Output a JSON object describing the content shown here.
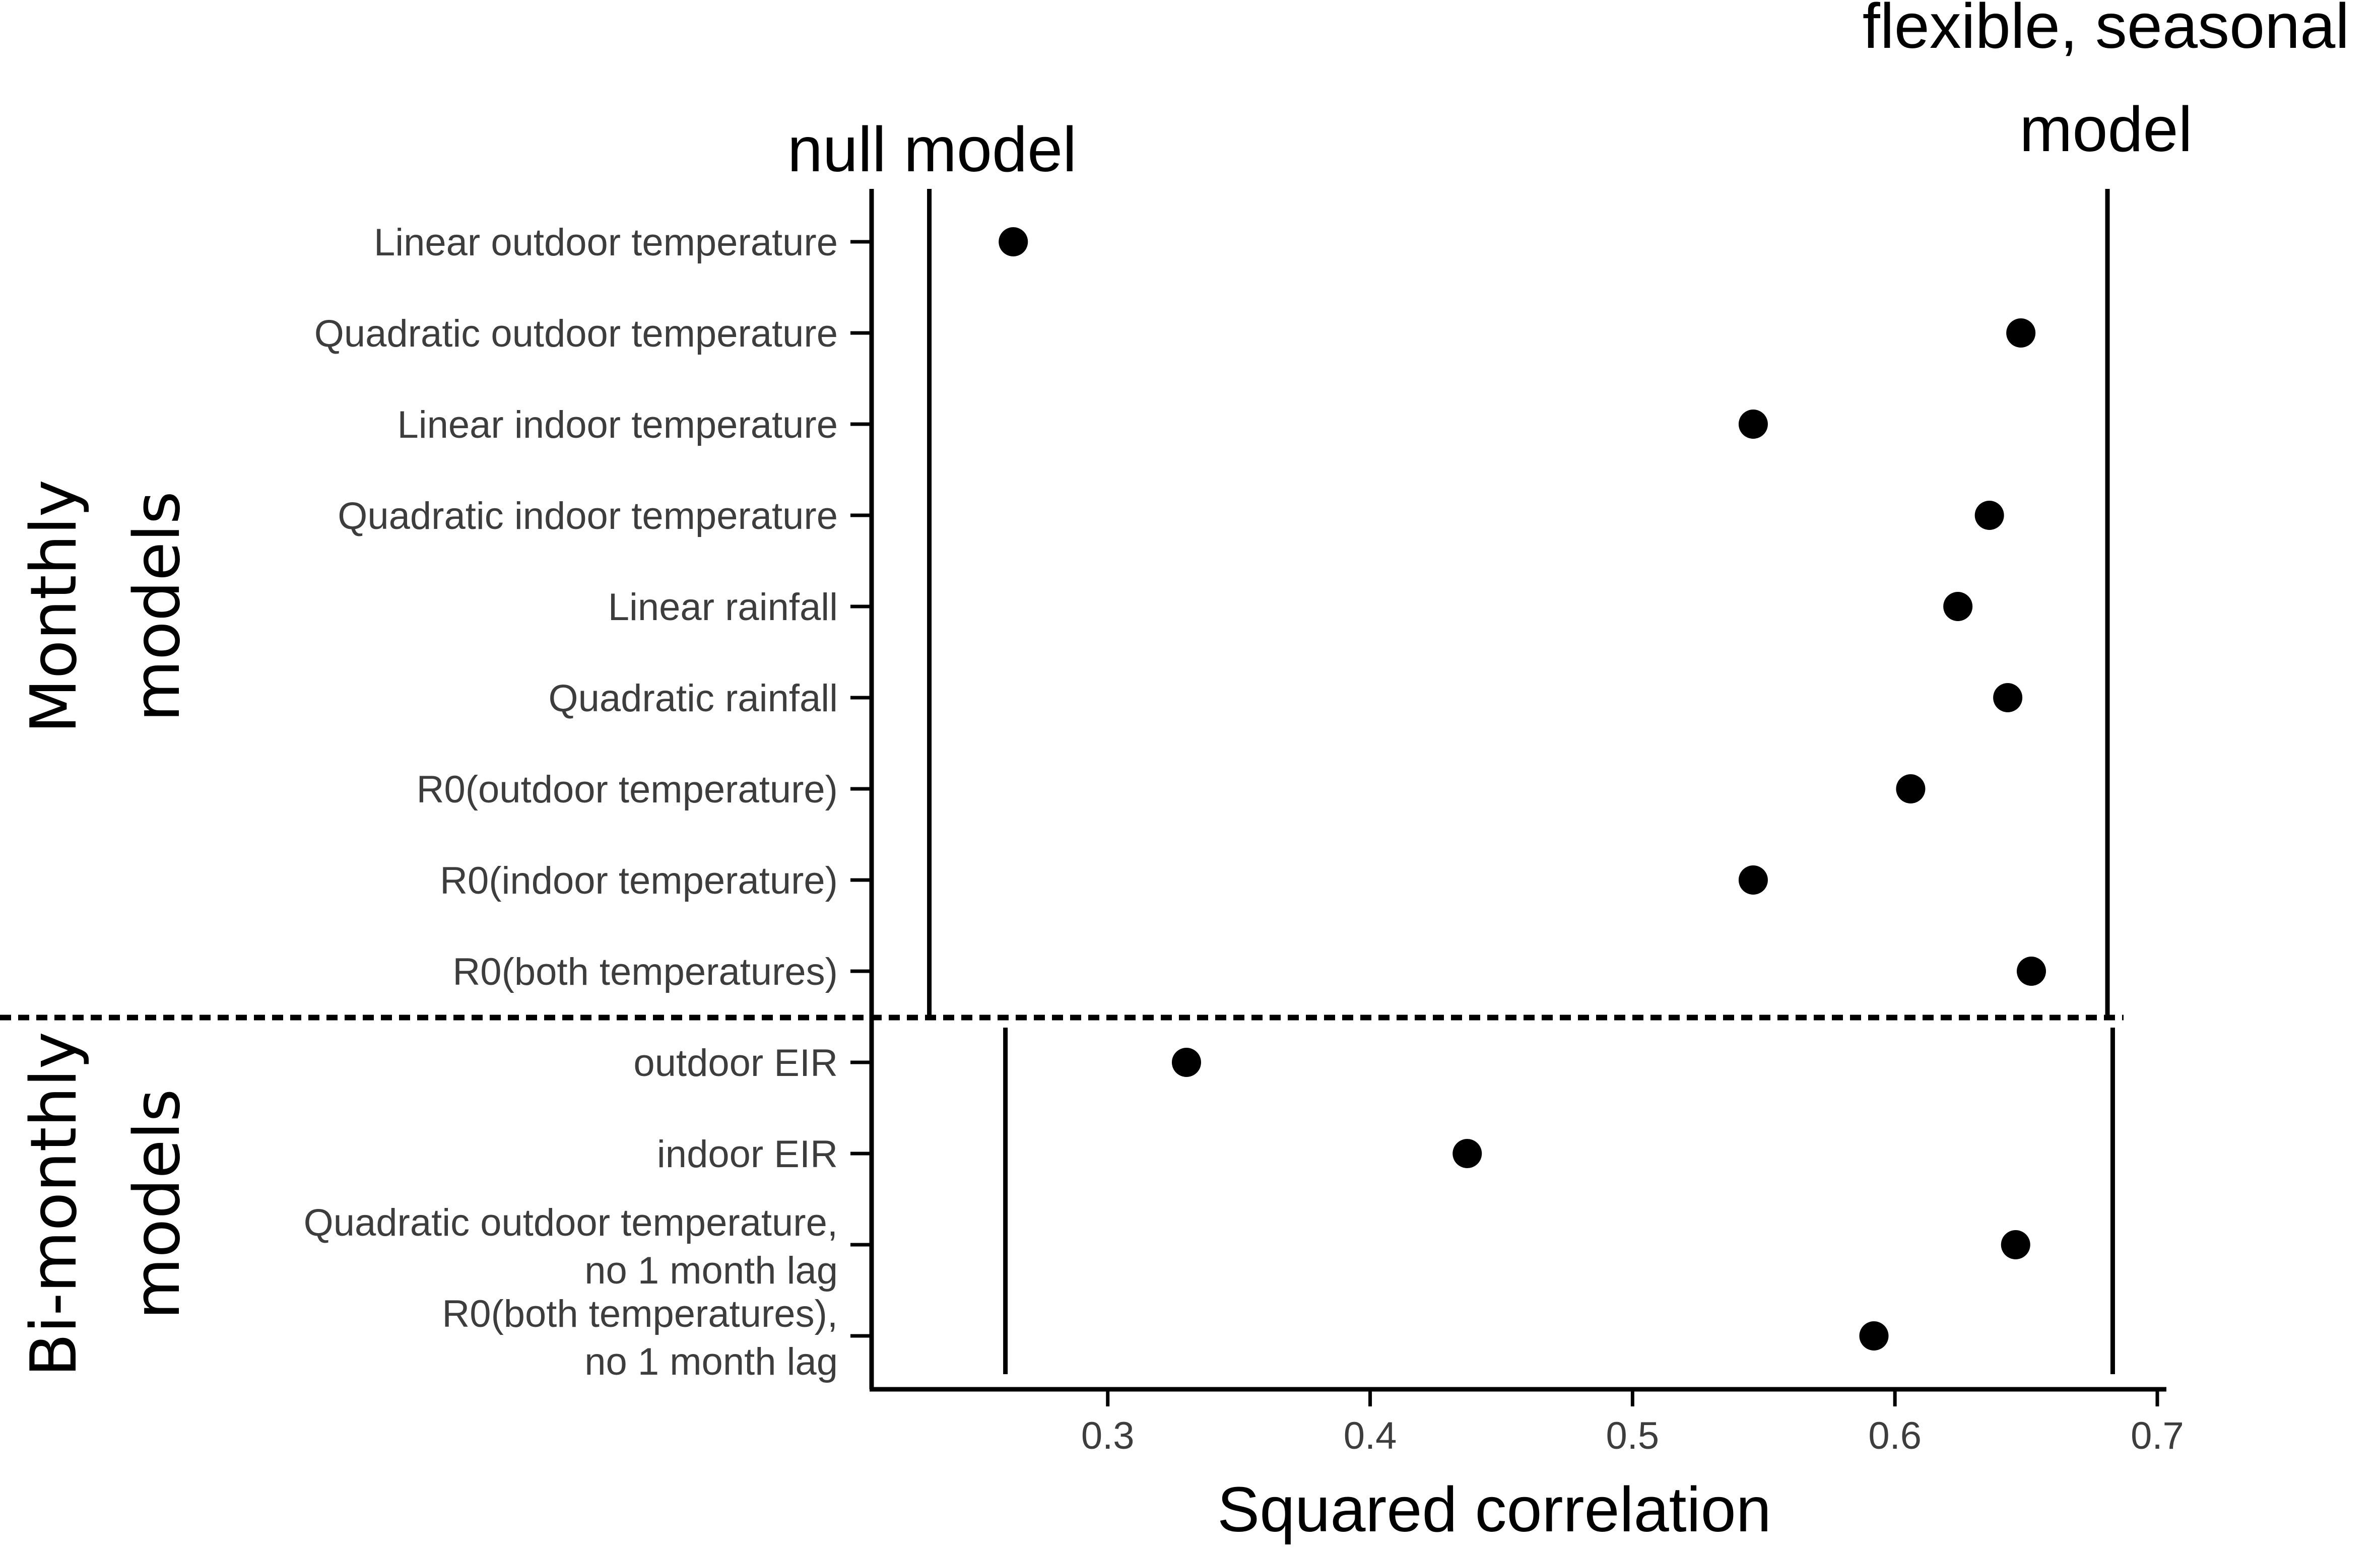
{
  "chart_data": {
    "type": "scatter",
    "xlabel": "Squared correlation",
    "xlim": [
      0.21,
      0.7
    ],
    "xticks": [
      "0.3",
      "0.4",
      "0.5",
      "0.6",
      "0.7"
    ],
    "xtick_values": [
      0.3,
      0.4,
      0.5,
      0.6,
      0.7
    ],
    "groups": [
      {
        "name_lines": [
          "Monthly",
          "models"
        ],
        "categories": [
          [
            "Linear outdoor temperature"
          ],
          [
            "Quadratic outdoor temperature"
          ],
          [
            "Linear indoor temperature"
          ],
          [
            "Quadratic indoor temperature"
          ],
          [
            "Linear rainfall"
          ],
          [
            "Quadratic rainfall"
          ],
          [
            "R0(outdoor temperature)"
          ],
          [
            "R0(indoor temperature)"
          ],
          [
            "R0(both temperatures)"
          ]
        ],
        "values": [
          0.264,
          0.648,
          0.546,
          0.636,
          0.624,
          0.643,
          0.606,
          0.546,
          0.652
        ],
        "reference_lines": [
          {
            "label_lines": [
              "null model"
            ],
            "value": 0.232
          },
          {
            "label_lines": [
              "flexible, seasonal",
              "model"
            ],
            "value": 0.681
          }
        ]
      },
      {
        "name_lines": [
          "Bi-monthly",
          "models"
        ],
        "categories": [
          [
            "outdoor EIR"
          ],
          [
            "indoor EIR"
          ],
          [
            "Quadratic outdoor temperature,",
            "no 1 month lag"
          ],
          [
            "R0(both temperatures),",
            "no 1 month lag"
          ]
        ],
        "values": [
          0.33,
          0.437,
          0.646,
          0.592
        ],
        "reference_lines": [
          {
            "label_lines": [],
            "value": 0.261
          },
          {
            "label_lines": [],
            "value": 0.683
          }
        ]
      }
    ],
    "grid": false,
    "legend": "none",
    "point_color": "#000000"
  }
}
